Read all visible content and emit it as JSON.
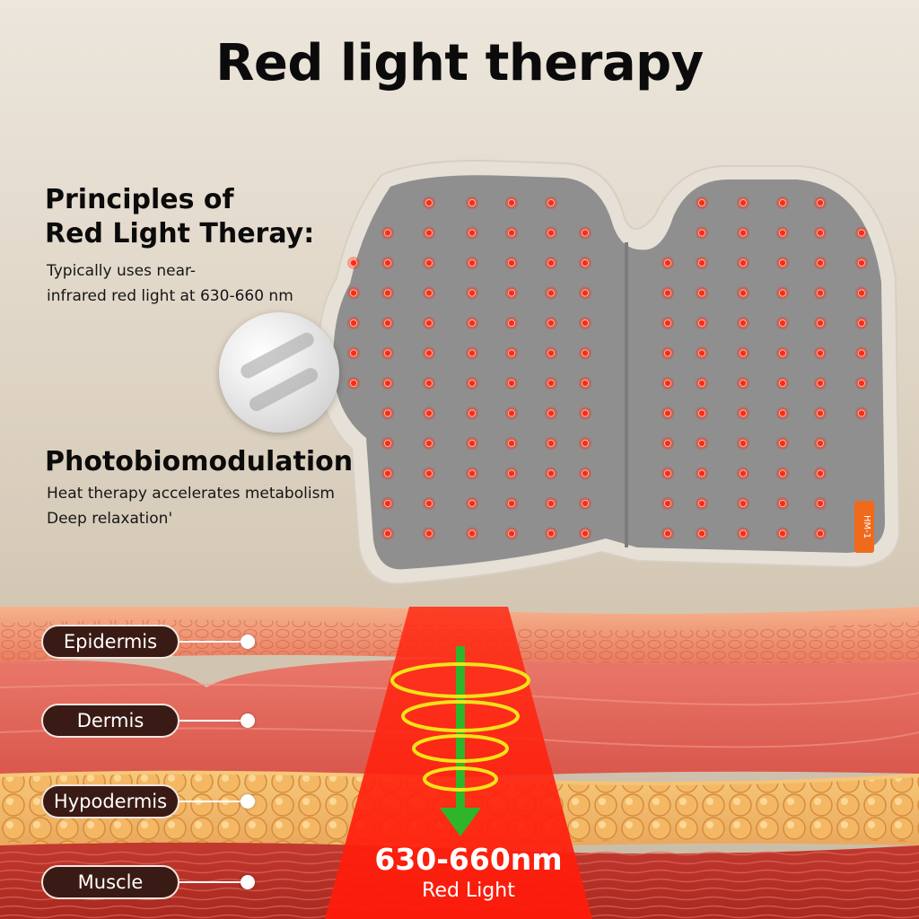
{
  "title": "Red light therapy",
  "principles": {
    "heading_line1": "Principles of",
    "heading_line2": "Red Light Theray:",
    "text_line1": "Typically uses near-",
    "text_line2": "infrared red light at 630-660 nm"
  },
  "photobiomodulation": {
    "heading": "Photobiomodulation",
    "text_line1": "Heat therapy accelerates metabolism",
    "text_line2": "Deep relaxation'"
  },
  "pad": {
    "tag": "HM-1",
    "led_color": "#ff2a12",
    "panel_color": "#8f8f8f",
    "border_color": "#e7e0d6"
  },
  "layers": [
    "Epidermis",
    "Dermis",
    "Hypodermis",
    "Muscle"
  ],
  "beam": {
    "value": "630-660nm",
    "label": "Red Light"
  },
  "colors": {
    "beam": "#ff1a0a",
    "rings": "#f3e21a",
    "arrow": "#2fb52a"
  }
}
